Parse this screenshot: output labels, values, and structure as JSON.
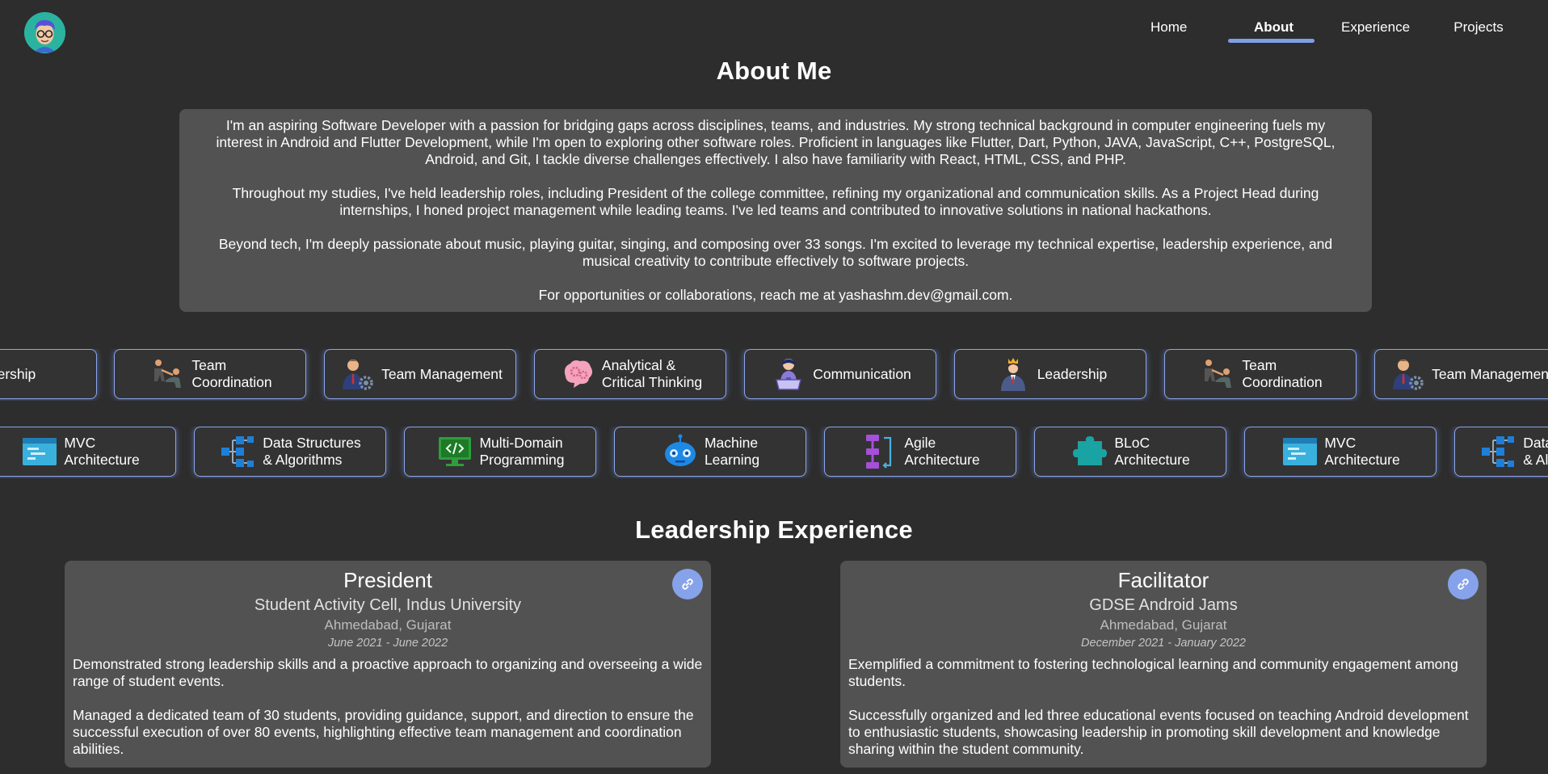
{
  "nav": {
    "items": [
      {
        "label": "Home",
        "active": false
      },
      {
        "label": "About",
        "active": true
      },
      {
        "label": "Experience",
        "active": false
      },
      {
        "label": "Projects",
        "active": false
      }
    ]
  },
  "about": {
    "title": "About Me",
    "paragraphs": [
      "I'm an aspiring Software Developer with a passion for bridging gaps across disciplines, teams, and industries. My strong technical background in computer engineering fuels my interest in Android and Flutter Development, while I'm open to exploring other software roles. Proficient in languages like Flutter, Dart, Python, JAVA, JavaScript, C++, PostgreSQL, Android, and Git, I tackle diverse challenges effectively. I also have familiarity with React, HTML, CSS, and PHP.",
      "Throughout my studies, I've held leadership roles, including President of the college committee, refining my organizational and communication skills. As a Project Head during internships, I honed project management while leading teams. I've led teams and contributed to innovative solutions in national hackathons.",
      "Beyond tech, I'm deeply passionate about music, playing guitar, singing, and composing over 33 songs. I'm excited to leverage my technical expertise, leadership experience, and musical creativity to contribute effectively to software projects.",
      "For opportunities or collaborations, reach me at yashashm.dev@gmail.com."
    ]
  },
  "soft_skills": [
    {
      "label": "Leadership",
      "icon": "leader-icon"
    },
    {
      "label": "Team\nCoordination",
      "icon": "team-coordination-icon"
    },
    {
      "label": "Team Management",
      "icon": "manager-gear-icon"
    },
    {
      "label": "Analytical &\nCritical Thinking",
      "icon": "brain-gears-icon"
    },
    {
      "label": "Communication",
      "icon": "speaker-icon"
    },
    {
      "label": "Leadership",
      "icon": "leader-icon"
    },
    {
      "label": "Team\nCoordination",
      "icon": "team-coordination-icon"
    },
    {
      "label": "Team Management",
      "icon": "manager-gear-icon"
    }
  ],
  "tech_skills": [
    {
      "label": "MVC\nArchitecture",
      "icon": "mvc-window-icon"
    },
    {
      "label": "Data Structures\n& Algorithms",
      "icon": "tree-structure-icon"
    },
    {
      "label": "Multi-Domain\nProgramming",
      "icon": "code-monitor-icon"
    },
    {
      "label": "Machine\nLearning",
      "icon": "robot-icon"
    },
    {
      "label": "Agile\nArchitecture",
      "icon": "agile-flow-icon"
    },
    {
      "label": "BLoC\nArchitecture",
      "icon": "puzzle-icon"
    },
    {
      "label": "MVC\nArchitecture",
      "icon": "mvc-window-icon"
    },
    {
      "label": "Data Structures\n& Algorithms",
      "icon": "tree-structure-icon"
    }
  ],
  "leadership": {
    "title": "Leadership Experience",
    "cards": [
      {
        "role": "President",
        "org": "Student Activity Cell, Indus University",
        "location": "Ahmedabad, Gujarat",
        "dates": "June 2021 - June 2022",
        "paragraphs": [
          "Demonstrated strong leadership skills and a proactive approach to organizing and overseeing a wide range of student events.",
          "Managed a dedicated team of 30 students, providing guidance, support, and direction to ensure the successful execution of over 80 events, highlighting effective team management and coordination abilities."
        ]
      },
      {
        "role": "Facilitator",
        "org": "GDSE Android Jams",
        "location": "Ahmedabad, Gujarat",
        "dates": "December 2021 - January 2022",
        "paragraphs": [
          "Exemplified a commitment to fostering technological learning and community engagement among students.",
          "Successfully organized and led three educational events focused on teaching Android development to enthusiastic students, showcasing leadership in promoting skill development and knowledge sharing within the student community."
        ]
      }
    ]
  },
  "colors": {
    "background": "#2d2d2d",
    "panel": "#525252",
    "accent": "#7f9fe8",
    "card_border": "#8aa6ec"
  }
}
